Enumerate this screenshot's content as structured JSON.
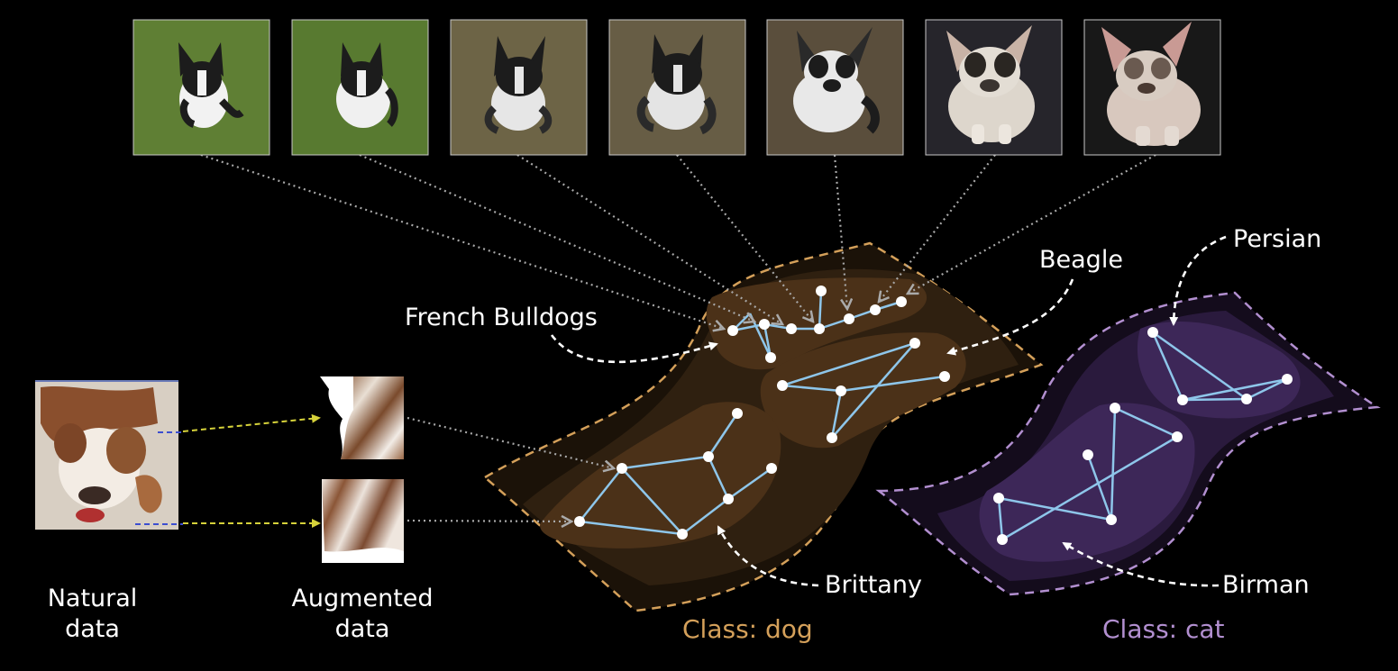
{
  "labels": {
    "french_bulldogs": "French Bulldogs",
    "beagle": "Beagle",
    "persian": "Persian",
    "brittany": "Brittany",
    "birman": "Birman",
    "natural_line1": "Natural",
    "natural_line2": "data",
    "augmented_line1": "Augmented",
    "augmented_line2": "data",
    "class_dog": "Class: dog",
    "class_cat": "Class: cat"
  },
  "colors": {
    "dog_class": "#d4a05a",
    "cat_class": "#b28fd0",
    "graph_edge": "#8ec6ea",
    "yellow_arrow": "#d6d23a"
  }
}
